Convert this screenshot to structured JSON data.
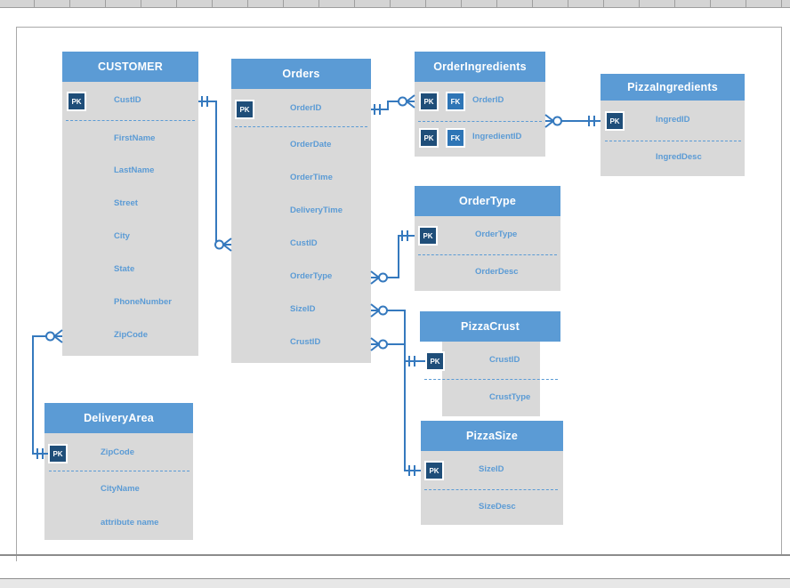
{
  "labels": {
    "pk": "PK",
    "fk": "FK"
  },
  "colors": {
    "entity_header": "#5b9bd5",
    "entity_body": "#d9d9d9",
    "pk_badge": "#1f4e79",
    "fk_badge": "#2e75b6",
    "attribute_text": "#5b9bd5",
    "connector_line": "#3579be"
  },
  "entities": [
    {
      "key": "customer",
      "title": "CUSTOMER",
      "attributes": [
        {
          "name": "CustID",
          "pk": true
        },
        {
          "name": "FirstName"
        },
        {
          "name": "LastName"
        },
        {
          "name": "Street"
        },
        {
          "name": "City"
        },
        {
          "name": "State"
        },
        {
          "name": "PhoneNumber"
        },
        {
          "name": "ZipCode"
        }
      ]
    },
    {
      "key": "orders",
      "title": "Orders",
      "attributes": [
        {
          "name": "OrderID",
          "pk": true
        },
        {
          "name": "OrderDate"
        },
        {
          "name": "OrderTime"
        },
        {
          "name": "DeliveryTime"
        },
        {
          "name": "CustID"
        },
        {
          "name": "OrderType"
        },
        {
          "name": "SizeID"
        },
        {
          "name": "CrustID"
        }
      ]
    },
    {
      "key": "orderIngredients",
      "title": "OrderIngredients",
      "attributes": [
        {
          "name": "OrderID",
          "pk": true,
          "fk": true
        },
        {
          "name": "IngredientID",
          "pk": true,
          "fk": true
        }
      ]
    },
    {
      "key": "pizzaIngredients",
      "title": "PizzaIngredients",
      "attributes": [
        {
          "name": "IngredID",
          "pk": true
        },
        {
          "name": "IngredDesc"
        }
      ]
    },
    {
      "key": "orderType",
      "title": "OrderType",
      "attributes": [
        {
          "name": "OrderType",
          "pk": true
        },
        {
          "name": "OrderDesc"
        }
      ]
    },
    {
      "key": "pizzaCrust",
      "title": "PizzaCrust",
      "attributes": [
        {
          "name": "CrustID",
          "pk": true
        },
        {
          "name": "CrustType"
        }
      ]
    },
    {
      "key": "pizzaSize",
      "title": "PizzaSize",
      "attributes": [
        {
          "name": "SizeID",
          "pk": true
        },
        {
          "name": "SizeDesc"
        }
      ]
    },
    {
      "key": "deliveryArea",
      "title": "DeliveryArea",
      "attributes": [
        {
          "name": "ZipCode",
          "pk": true
        },
        {
          "name": "CityName"
        },
        {
          "name": "attribute name"
        }
      ]
    }
  ],
  "relationships": [
    {
      "from": "CUSTOMER.CustID",
      "to": "Orders.CustID",
      "from_end": "one-and-only-one",
      "to_end": "zero-or-many"
    },
    {
      "from": "Orders.OrderID",
      "to": "OrderIngredients.OrderID",
      "from_end": "one-and-only-one",
      "to_end": "zero-or-many"
    },
    {
      "from": "PizzaIngredients.IngredID",
      "to": "OrderIngredients.IngredientID",
      "from_end": "one-and-only-one",
      "to_end": "zero-or-many"
    },
    {
      "from": "OrderType.OrderType",
      "to": "Orders.OrderType",
      "from_end": "one-and-only-one",
      "to_end": "zero-or-many"
    },
    {
      "from": "PizzaSize.SizeID",
      "to": "Orders.SizeID",
      "from_end": "one-and-only-one",
      "to_end": "zero-or-many"
    },
    {
      "from": "PizzaCrust.CrustID",
      "to": "Orders.CrustID",
      "from_end": "one-and-only-one",
      "to_end": "zero-or-many"
    },
    {
      "from": "DeliveryArea.ZipCode",
      "to": "CUSTOMER.ZipCode",
      "from_end": "one-and-only-one",
      "to_end": "zero-or-many"
    }
  ]
}
